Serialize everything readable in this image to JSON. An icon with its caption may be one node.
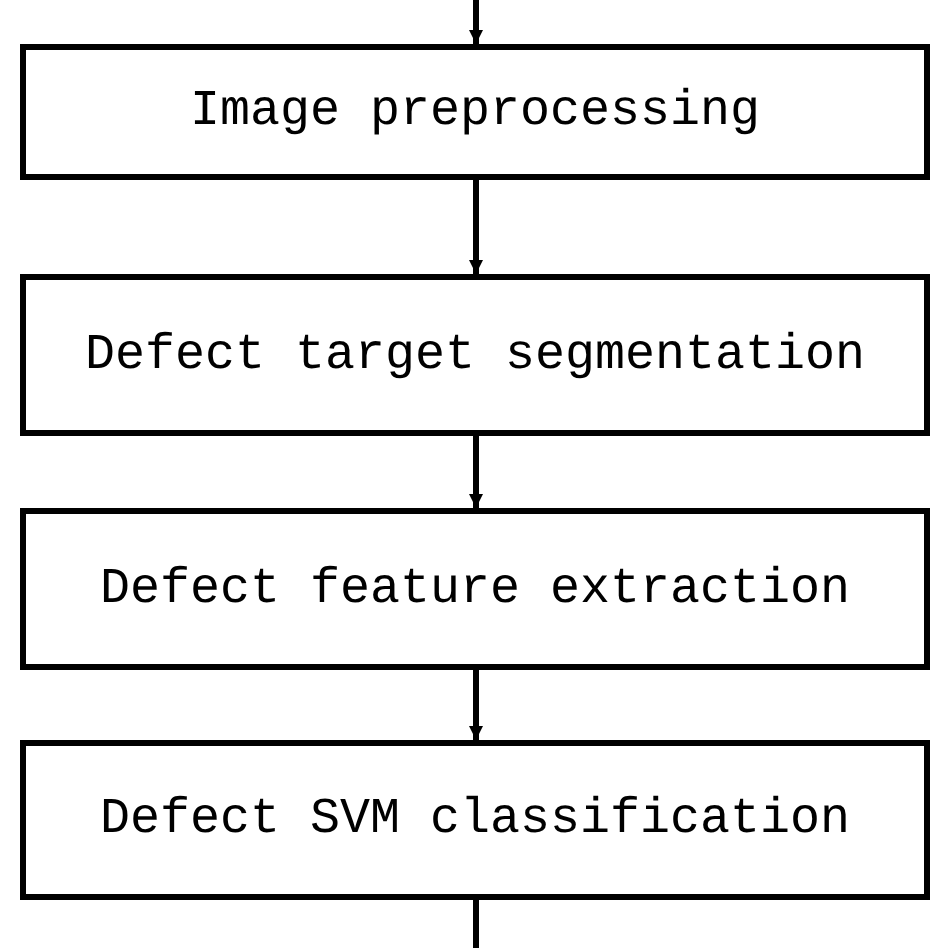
{
  "diagram": {
    "nodes": [
      {
        "text": [
          "Image preprocessing"
        ]
      },
      {
        "text": [
          "Defect target segmentation"
        ]
      },
      {
        "text": [
          "Defect feature extraction"
        ]
      },
      {
        "text": [
          "Defect SVM classification"
        ]
      }
    ],
    "edges": [
      {
        "from": null,
        "to": 0,
        "arrow": "to"
      },
      {
        "from": 0,
        "to": 1,
        "arrow": "to"
      },
      {
        "from": 1,
        "to": 2,
        "arrow": "to"
      },
      {
        "from": 2,
        "to": 3,
        "arrow": "to"
      },
      {
        "from": 3,
        "to": null,
        "arrow": "none"
      }
    ]
  }
}
